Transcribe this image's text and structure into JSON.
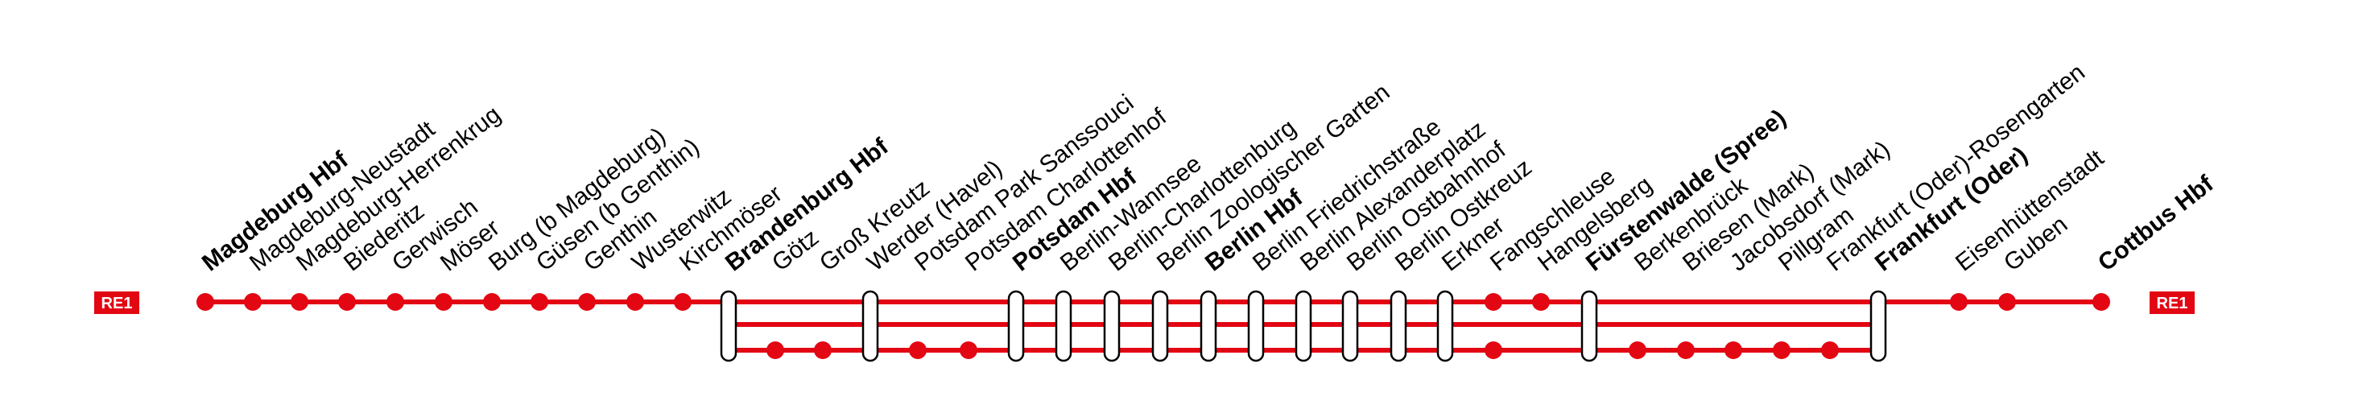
{
  "line": {
    "badge_label": "RE1",
    "color": "#e30613"
  },
  "stations": [
    {
      "name": "Magdeburg Hbf",
      "major": true
    },
    {
      "name": "Magdeburg-Neustadt",
      "major": false
    },
    {
      "name": "Magdeburg-Herrenkrug",
      "major": false
    },
    {
      "name": "Biederitz",
      "major": false
    },
    {
      "name": "Gerwisch",
      "major": false
    },
    {
      "name": "Möser",
      "major": false
    },
    {
      "name": "Burg (b Magdeburg)",
      "major": false
    },
    {
      "name": "Güsen (b Genthin)",
      "major": false
    },
    {
      "name": "Genthin",
      "major": false
    },
    {
      "name": "Wusterwitz",
      "major": false
    },
    {
      "name": "Kirchmöser",
      "major": false
    },
    {
      "name": "Brandenburg Hbf",
      "major": true
    },
    {
      "name": "Götz",
      "major": false
    },
    {
      "name": "Groß Kreutz",
      "major": false
    },
    {
      "name": "Werder (Havel)",
      "major": false
    },
    {
      "name": "Potsdam Park Sanssouci",
      "major": false
    },
    {
      "name": "Potsdam Charlottenhof",
      "major": false
    },
    {
      "name": "Potsdam Hbf",
      "major": true
    },
    {
      "name": "Berlin-Wannsee",
      "major": false
    },
    {
      "name": "Berlin-Charlottenburg",
      "major": false
    },
    {
      "name": "Berlin Zoologischer Garten",
      "major": false
    },
    {
      "name": "Berlin Hbf",
      "major": true
    },
    {
      "name": "Berlin Friedrichstraße",
      "major": false
    },
    {
      "name": "Berlin Alexanderplatz",
      "major": false
    },
    {
      "name": "Berlin Ostbahnhof",
      "major": false
    },
    {
      "name": "Berlin Ostkreuz",
      "major": false
    },
    {
      "name": "Erkner",
      "major": false
    },
    {
      "name": "Fangschleuse",
      "major": false
    },
    {
      "name": "Hangelsberg",
      "major": false
    },
    {
      "name": "Fürstenwalde (Spree)",
      "major": true
    },
    {
      "name": "Berkenbrück",
      "major": false
    },
    {
      "name": "Briesen (Mark)",
      "major": false
    },
    {
      "name": "Jacobsdorf (Mark)",
      "major": false
    },
    {
      "name": "Pillgram",
      "major": false
    },
    {
      "name": "Frankfurt (Oder)-Rosengarten",
      "major": false
    },
    {
      "name": "Frankfurt (Oder)",
      "major": true
    },
    {
      "name": "Eisenhüttenstadt",
      "major": false
    },
    {
      "name": "Guben",
      "major": false
    },
    {
      "name": "Cottbus Hbf",
      "major": true
    }
  ]
}
